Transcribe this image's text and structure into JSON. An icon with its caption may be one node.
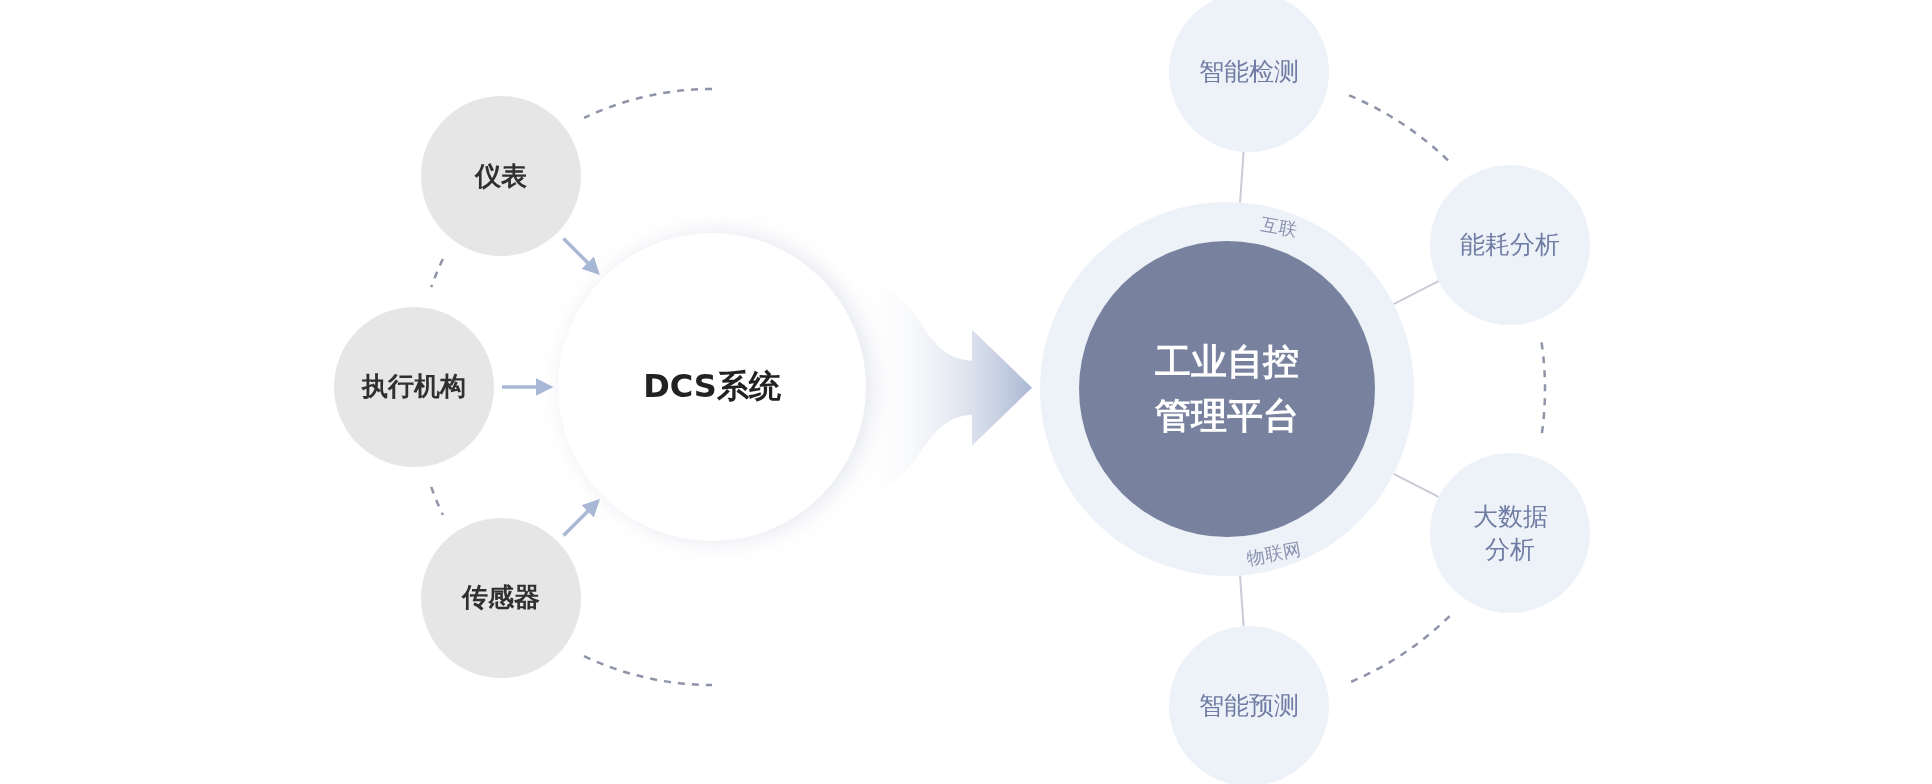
{
  "diagram": {
    "nodes": [
      {
        "text": [
          "仪表"
        ]
      },
      {
        "text": [
          "执行机构"
        ]
      },
      {
        "text": [
          "传感器"
        ]
      },
      {
        "text": [
          "DCS系统"
        ]
      },
      {
        "text": [
          "互联",
          "物联网"
        ]
      },
      {
        "text": [
          "工业自控管理平台"
        ],
        "in": 4
      },
      {
        "text": [
          "智能检测"
        ]
      },
      {
        "text": [
          "能耗分析"
        ]
      },
      {
        "text": [
          "大数据分析"
        ]
      },
      {
        "text": [
          "智能预测"
        ]
      }
    ],
    "edges": [
      {
        "from": 0,
        "to": 3,
        "arrow": "to"
      },
      {
        "from": 1,
        "to": 3,
        "arrow": "to"
      },
      {
        "from": 2,
        "to": 3,
        "arrow": "to"
      },
      {
        "from": 3,
        "to": 4,
        "arrow": "to",
        "style": "thick"
      },
      {
        "from": 4,
        "to": 6,
        "arrow": "none"
      },
      {
        "from": 4,
        "to": 7,
        "arrow": "none"
      },
      {
        "from": 4,
        "to": 8,
        "arrow": "none"
      },
      {
        "from": 4,
        "to": 9,
        "arrow": "none"
      },
      {
        "from": 6,
        "to": 7,
        "arrow": "none",
        "style": "dashed"
      },
      {
        "from": 7,
        "to": 8,
        "arrow": "none",
        "style": "dashed"
      },
      {
        "from": 8,
        "to": 9,
        "arrow": "none",
        "style": "dashed"
      },
      {
        "from": null,
        "to": 0,
        "arrow": "none",
        "style": "dashed"
      },
      {
        "from": 0,
        "to": 1,
        "arrow": "none",
        "style": "dashed"
      },
      {
        "from": 1,
        "to": 2,
        "arrow": "none",
        "style": "dashed"
      },
      {
        "from": 2,
        "to": null,
        "arrow": "none",
        "style": "dashed"
      }
    ]
  }
}
